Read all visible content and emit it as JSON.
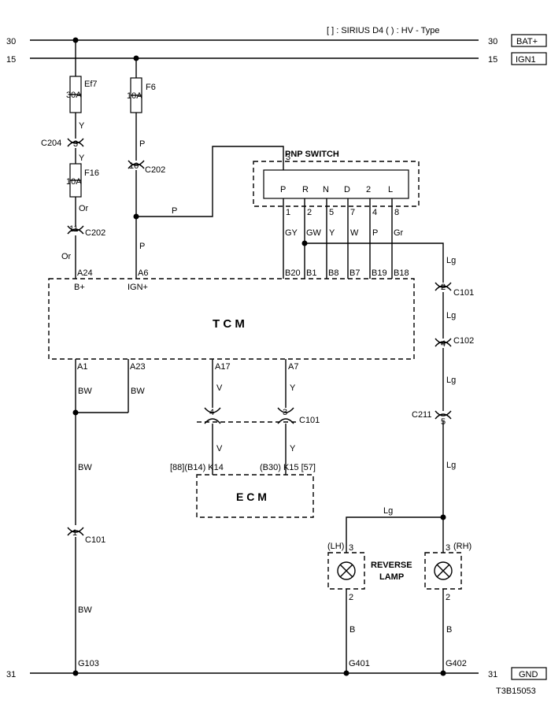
{
  "legend": "[ ] : SIRIUS D4  ( ) : HV - Type",
  "rails": {
    "bat_left": "30",
    "bat_right": "30",
    "bat_tag": "BAT+",
    "ign_left": "15",
    "ign_right": "15",
    "ign_tag": "IGN1",
    "gnd_left": "31",
    "gnd_right": "31",
    "gnd_tag": "GND"
  },
  "fuses": {
    "ef7_name": "Ef7",
    "ef7_rating": "30A",
    "f6_name": "F6",
    "f6_rating": "10A",
    "f16_name": "F16",
    "f16_rating": "10A"
  },
  "connectors": {
    "c204": "C204",
    "c204_pin": "3",
    "c202a": "C202",
    "c202a_pin": "10",
    "c202b": "C202",
    "c202b_pin": "11",
    "c101_top": "C101",
    "c101_top_pin": "2",
    "c102": "C102",
    "c102_pin": "4",
    "c211": "C211",
    "c211_pin": "5",
    "c101_mid": "C101",
    "c101_mid_pin4": "4",
    "c101_mid_pin3": "3",
    "c101_low": "C101",
    "c101_low_pin": "1"
  },
  "wires": {
    "y1": "Y",
    "y2": "Y",
    "or1": "Or",
    "or2": "Or",
    "p1": "P",
    "p2": "P",
    "p3": "P",
    "gy": "GY",
    "gw": "GW",
    "y_sw": "Y",
    "w_sw": "W",
    "p_sw": "P",
    "gr_sw": "Gr",
    "lg1": "Lg",
    "lg2": "Lg",
    "lg3": "Lg",
    "lg4": "Lg",
    "lg5": "Lg",
    "bw1": "BW",
    "bw2": "BW",
    "bw3": "BW",
    "bw4": "BW",
    "v1": "V",
    "v2": "V",
    "y3": "Y",
    "y4": "Y",
    "b_l": "B",
    "b_r": "B"
  },
  "pnp": {
    "title": "PNP SWITCH",
    "feed_pin": "3",
    "positions": [
      "P",
      "R",
      "N",
      "D",
      "2",
      "L"
    ],
    "pins": [
      "1",
      "2",
      "5",
      "7",
      "4",
      "8"
    ]
  },
  "tcm": {
    "label": "T C M",
    "top_pins": [
      "A24",
      "A6",
      "B20",
      "B1",
      "B8",
      "B7",
      "B19",
      "B18"
    ],
    "b_plus": "B+",
    "ign_plus": "IGN+",
    "bottom_pins": [
      "A1",
      "A23",
      "A17",
      "A7"
    ]
  },
  "ecm": {
    "label": "E C M",
    "k14": "[88](B14) K14",
    "k15": "(B30) K15 [57]"
  },
  "lamps": {
    "lh": "(LH)",
    "rh": "(RH)",
    "pin3_l": "3",
    "pin3_r": "3",
    "pin2_l": "2",
    "pin2_r": "2",
    "label1": "REVERSE",
    "label2": "LAMP"
  },
  "grounds": {
    "g103": "G103",
    "g401": "G401",
    "g402": "G402"
  },
  "code": "T3B15053"
}
